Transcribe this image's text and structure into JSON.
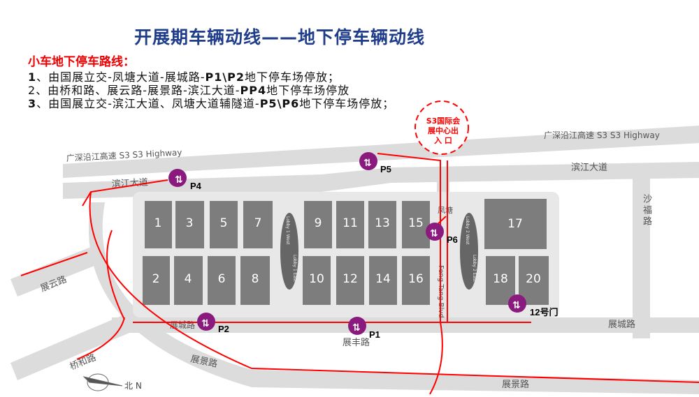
{
  "title": "开展期车辆动线——地下停车辆动线",
  "subtitle": "小车地下停车路线：",
  "routes": [
    {
      "num": "1",
      "text": "、由国展立交-凤塘大道-展城路-",
      "bold": "P1\\P2",
      "tail": "地下停车场停放；"
    },
    {
      "num": "2",
      "text": "、由桥和路、展云路-展景路-滨江大道-",
      "bold": "PP4",
      "tail": "地下停车场停放"
    },
    {
      "num": "3",
      "text": "、由国展立交-滨江大道、凤塘大道辅隧道-",
      "bold": "P5\\P6",
      "tail": "地下停车场停放；"
    }
  ],
  "callout": {
    "line1": "S3国际会",
    "line2": "展中心出",
    "line3": "入 口"
  },
  "roads": {
    "highway_left": "广深沿江高速 S3  S3 Highway",
    "highway_right": "广深沿江高速 S3  S3 Highway",
    "binjiang_left": "滨江大道",
    "binjiang_right": "滨江大道",
    "shafu": "沙福路",
    "zhanyun": "展云路",
    "qiaohe": "桥和路",
    "zhancheng_left": "展城路",
    "zhancheng_right": "展城路",
    "zhanfeng": "展丰路",
    "zhanjing_left": "展景路",
    "zhanjing_right": "展景路",
    "fengtang": "Feng Tang Blvd",
    "fengtang_cn": "凤塘"
  },
  "halls": [
    "1",
    "3",
    "5",
    "7",
    "9",
    "11",
    "13",
    "15",
    "2",
    "4",
    "6",
    "8",
    "10",
    "12",
    "14",
    "16",
    "17",
    "18",
    "20"
  ],
  "lobbies": [
    "Lobby 1 West",
    "Lobby 1 East",
    "Lobby 2 West",
    "Lobby 2 East"
  ],
  "parking": [
    "P4",
    "P5",
    "P6",
    "P2",
    "P1",
    "12号门"
  ],
  "compass": "北 N",
  "colors": {
    "route": "#ff0000",
    "parking": "#8b1a7e",
    "title": "#1f3d8a"
  }
}
